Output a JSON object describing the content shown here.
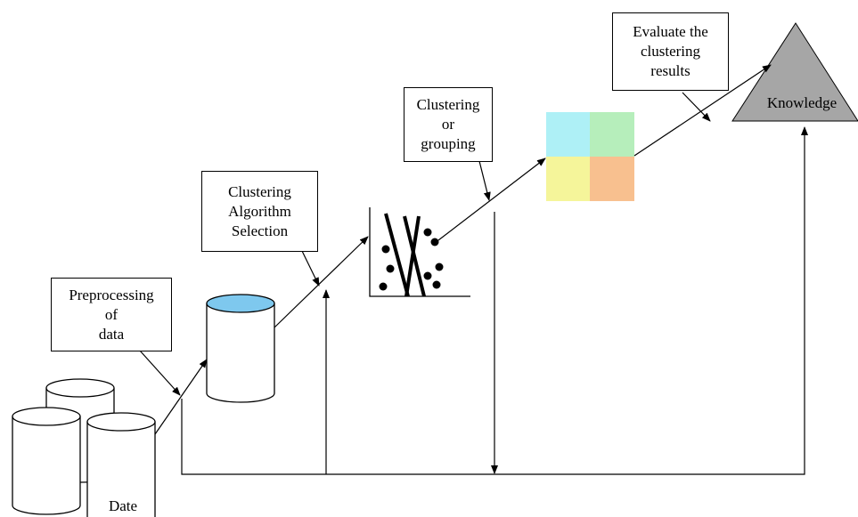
{
  "labels": {
    "preprocessing": [
      "Preprocessing",
      "of",
      "data"
    ],
    "algorithm_selection": [
      "Clustering",
      "Algorithm",
      "Selection"
    ],
    "clustering": [
      "Clustering",
      "or",
      "grouping"
    ],
    "evaluate": [
      "Evaluate the",
      "clustering",
      "results"
    ],
    "knowledge": "Knowledge",
    "date": "Date"
  },
  "colors": {
    "db_top": "#7ec8ee",
    "cluster_cells": [
      "#aef0f6",
      "#b6eebb",
      "#f5f59a",
      "#f8c08f"
    ],
    "knowledge_fill": "#a6a6a6"
  }
}
